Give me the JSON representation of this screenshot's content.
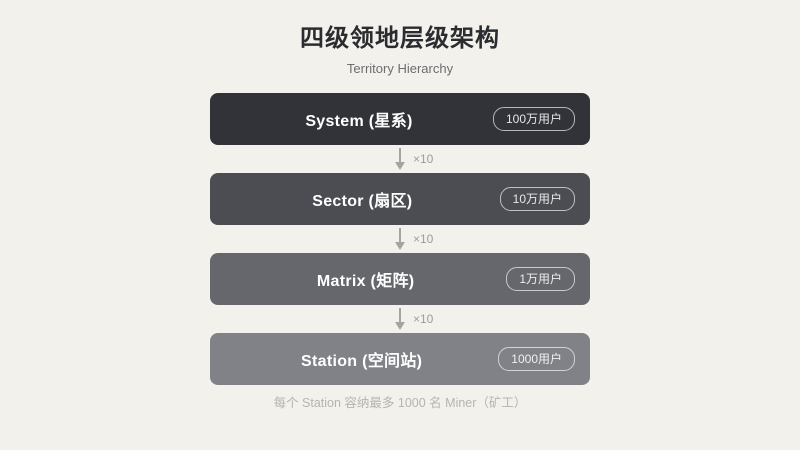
{
  "page": {
    "title": "四级领地层级架构",
    "subtitle": "Territory Hierarchy",
    "caption": "每个 Station 容纳最多 1000 名 Miner（矿工）"
  },
  "hierarchy": {
    "multiplier_label": "×10",
    "levels": [
      {
        "name": "System (星系)",
        "badge": "100万用户",
        "color": "#313338"
      },
      {
        "name": "Sector (扇区)",
        "badge": "10万用户",
        "color": "#4b4d52"
      },
      {
        "name": "Matrix (矩阵)",
        "badge": "1万用户",
        "color": "#66676c"
      },
      {
        "name": "Station (空间站)",
        "badge": "1000用户",
        "color": "#818287"
      }
    ]
  },
  "colors": {
    "background": "#f2f1eb",
    "title": "#2a2c30",
    "subtitle": "#6c6d70",
    "arrow": "#a4a4a4",
    "caption": "#b7b4ae"
  }
}
